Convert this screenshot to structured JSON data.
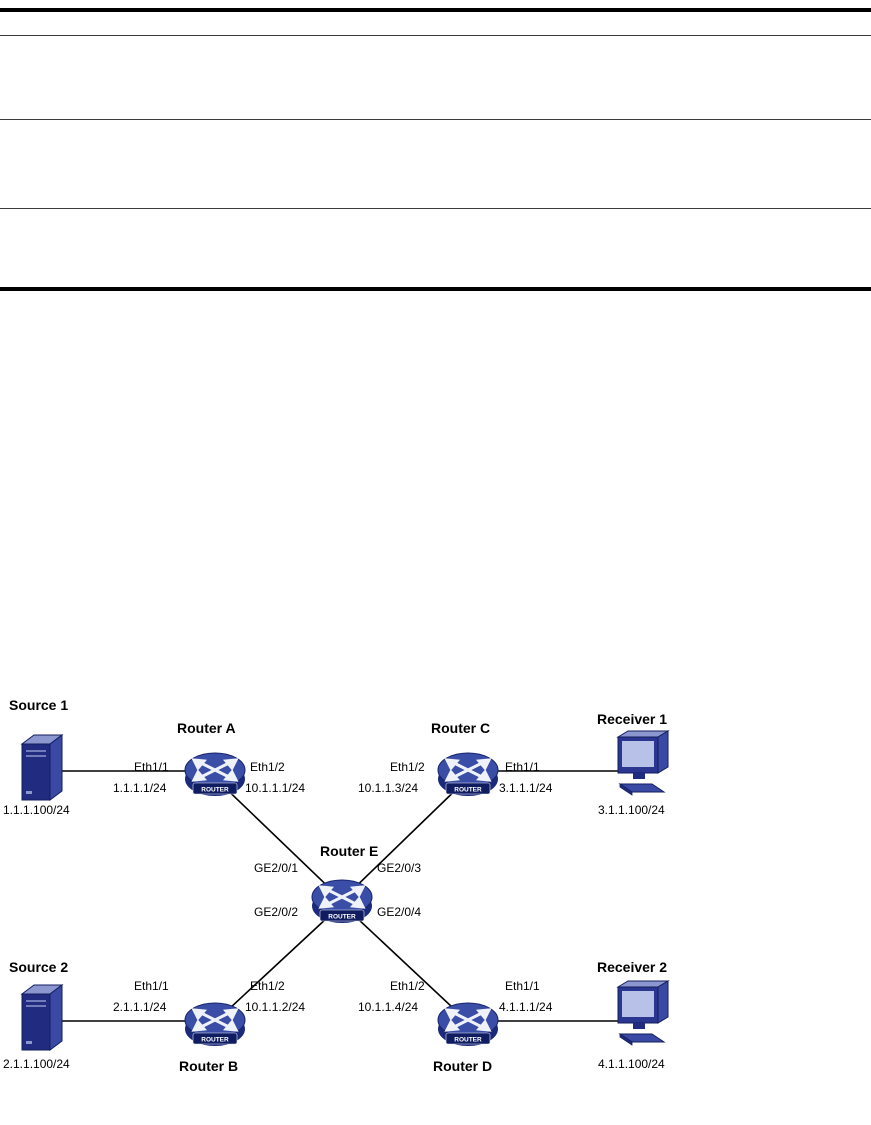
{
  "topology": {
    "router_badge": "ROUTER",
    "hosts": {
      "source1": {
        "name": "Source 1",
        "ip": "1.1.1.100/24"
      },
      "source2": {
        "name": "Source 2",
        "ip": "2.1.1.100/24"
      },
      "receiver1": {
        "name": "Receiver 1",
        "ip": "3.1.1.100/24"
      },
      "receiver2": {
        "name": "Receiver 2",
        "ip": "4.1.1.100/24"
      }
    },
    "routers": {
      "a": {
        "name": "Router A",
        "left_if": "Eth1/1",
        "left_ip": "1.1.1.1/24",
        "right_if": "Eth1/2",
        "right_ip": "10.1.1.1/24"
      },
      "b": {
        "name": "Router B",
        "left_if": "Eth1/1",
        "left_ip": "2.1.1.1/24",
        "right_if": "Eth1/2",
        "right_ip": "10.1.1.2/24"
      },
      "c": {
        "name": "Router C",
        "left_if": "Eth1/2",
        "left_ip": "10.1.1.3/24",
        "right_if": "Eth1/1",
        "right_ip": "3.1.1.1/24"
      },
      "d": {
        "name": "Router D",
        "left_if": "Eth1/2",
        "left_ip": "10.1.1.4/24",
        "right_if": "Eth1/1",
        "right_ip": "4.1.1.1/24"
      },
      "e": {
        "name": "Router E",
        "if_top_left": "GE2/0/1",
        "if_top_right": "GE2/0/3",
        "if_bottom_left": "GE2/0/2",
        "if_bottom_right": "GE2/0/4"
      }
    },
    "colors": {
      "link": "#000000",
      "device_navy": "#212c80",
      "device_blue": "#3a4aa4",
      "device_light": "#8d97cf"
    }
  }
}
